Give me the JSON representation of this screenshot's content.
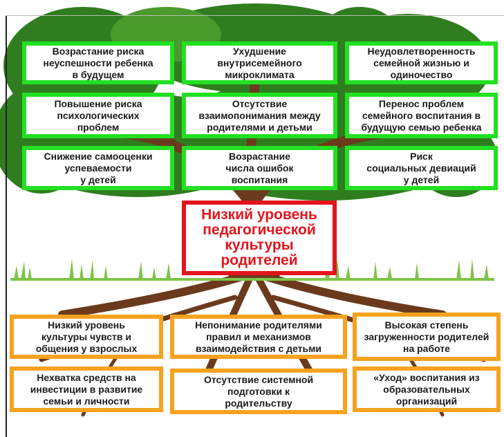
{
  "center": "Низкий уровень\nпедагогической\nкультуры\nродителей",
  "consequences": [
    "Возрастание риска\nнеуспешности ребенка\nв будущем",
    "Ухудшение\nвнутрисемейного\nмикроклимата",
    "Неудовлетворенность\nсемейной жизнью и\nодиночество",
    "Повышение риска\nпсихологических\nпроблем",
    "Отсутствие\nвзаимопонимания между\nродителями и детьми",
    "Перенос проблем\nсемейного воспитания в\nбудущую семью ребенка",
    "Снижение самооценки\nуспеваемости\nу детей",
    "Возрастание\nчисла ошибок\nвоспитания",
    "Риск\nсоциальных девиаций\nу детей"
  ],
  "causes": [
    "Низкий уровень\nкультуры чувств и\nобщения у взрослых",
    "Непонимание родителями\nправил и механизмов\nвзаимодействия с детьми",
    "Высокая степень\nзагруженности родителей\nна работе",
    "Нехватка средств на\nинвестиции в развитие\nсемьи и личности",
    "Отсутствие системной\nподготовки к\nродительству",
    "«Уход» воспитания из\nобразовательных\nорганизаций"
  ],
  "colors": {
    "crown": "#2f7d1f",
    "crown_light": "#4a9a2c",
    "trunk": "#6b3a1c",
    "grass": "#7fc44a",
    "consequence_border": "#22e022",
    "cause_border": "#f5a21f",
    "center_border": "#e3141c"
  }
}
